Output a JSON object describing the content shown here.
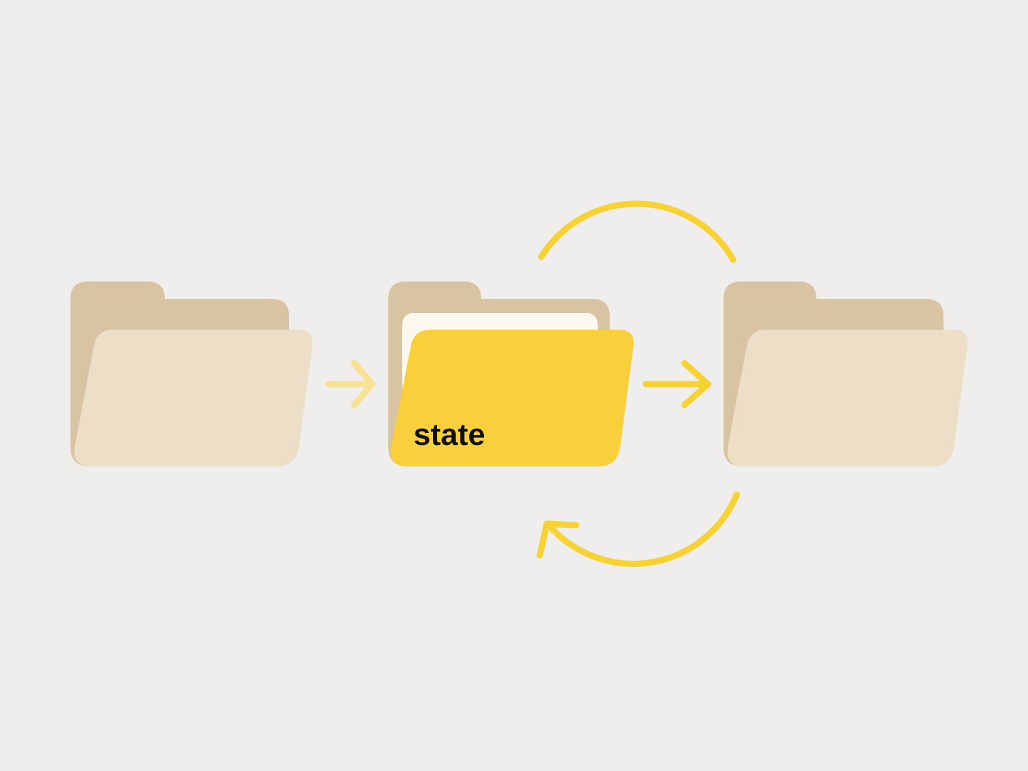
{
  "colors": {
    "background": "#efeeec",
    "folder_back": "#d8c3a3",
    "folder_front": "#ecdec7",
    "active_folder_back": "#d8c3a3",
    "active_folder_front": "#f9d03b",
    "active_paper": "#fbf8f0",
    "arrow_faded": "#f7e192",
    "arrow_strong": "#f7d235",
    "cycle_arrow": "#f7d235",
    "label_text": "#111111"
  },
  "folders": [
    {
      "id": "source",
      "state": "inactive",
      "label": ""
    },
    {
      "id": "current",
      "state": "active",
      "label": "state"
    },
    {
      "id": "next",
      "state": "inactive",
      "label": ""
    }
  ],
  "arrows": [
    {
      "from": "source",
      "to": "current",
      "style": "faded"
    },
    {
      "from": "current",
      "to": "next",
      "style": "strong"
    }
  ],
  "cycle": {
    "top_arc": {
      "from": "current",
      "to": "next",
      "arrowhead": false
    },
    "bottom_arc": {
      "from": "next",
      "to": "current",
      "arrowhead": true
    }
  }
}
